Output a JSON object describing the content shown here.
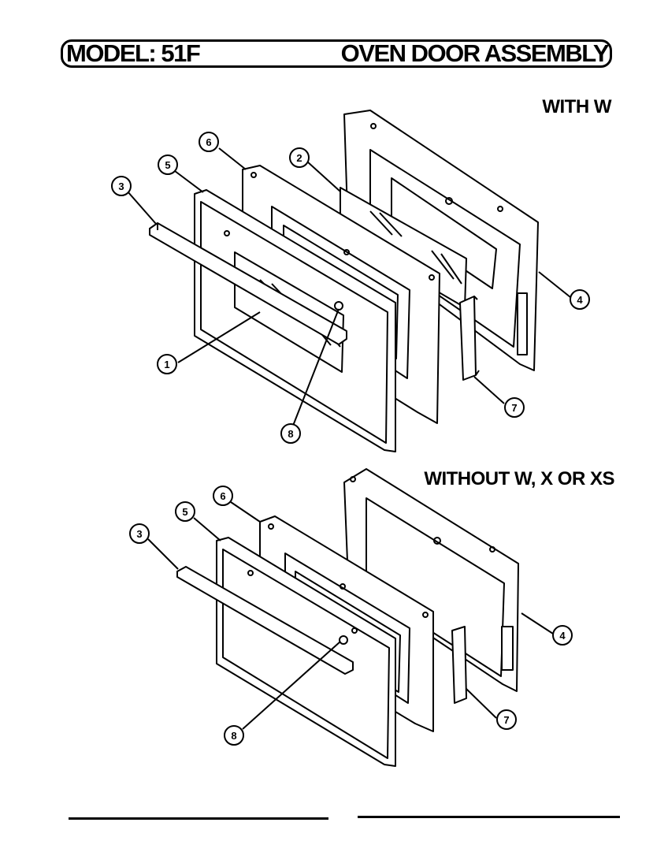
{
  "header": {
    "model": "MODEL: 51F",
    "title": "OVEN DOOR ASSEMBLY"
  },
  "variants": {
    "top_label": "WITH W",
    "bottom_label": "WITHOUT W, X OR XS"
  },
  "callouts_top": [
    "1",
    "2",
    "3",
    "4",
    "5",
    "6",
    "7",
    "8"
  ],
  "callouts_bottom": [
    "3",
    "4",
    "5",
    "6",
    "7",
    "8"
  ]
}
